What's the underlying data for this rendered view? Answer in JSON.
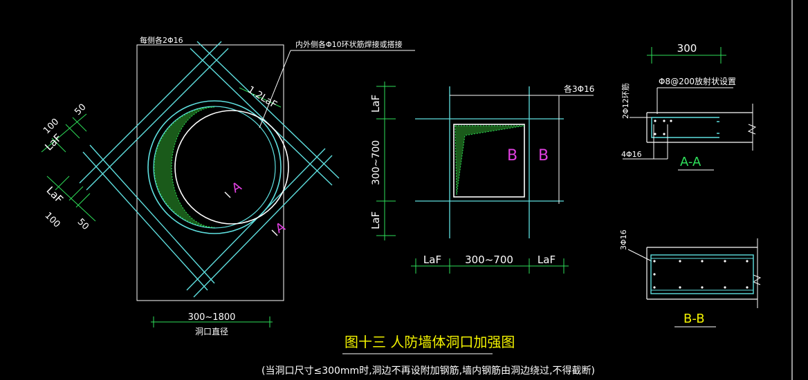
{
  "colors": {
    "background": "#000000",
    "rebar_cyan": "#5fe0e0",
    "dimension_green": "#2ee05a",
    "text_white": "#ffffff",
    "label_magenta": "#e040e0",
    "title_yellow": "#f2f200"
  },
  "circle_detail": {
    "each_side_label": "每侧各2Φ16",
    "ring_bar_label": "内外侧各Φ10环状筋焊接或搭接",
    "overlap_label": "1.2LaF",
    "section_mark_a1": "A",
    "section_mark_a2": "A",
    "dim_diameter": "300~1800",
    "dim_diameter_caption": "洞口直径",
    "left_dims": {
      "d100_top": "100",
      "d50_top": "50",
      "laf_top": "LaF",
      "laf_bottom": "LaF",
      "d100_bottom": "100",
      "d50_bottom": "50"
    }
  },
  "square_detail": {
    "each_3_label": "各3Φ16",
    "mark_b1": "B",
    "mark_b2": "B",
    "dim_laf_top": "LaF",
    "dim_mid_vertical": "300~700",
    "dim_laf_bottom": "LaF",
    "dim_laf_left": "LaF",
    "dim_mid_horizontal": "300~700",
    "dim_laf_right": "LaF"
  },
  "section_aa": {
    "dim_300": "300",
    "radial_label": "Φ8@200放射状设置",
    "ring_label": "2Φ12环筋",
    "bars_label": "4Φ16",
    "title": "A-A"
  },
  "section_bb": {
    "bars_label": "3Φ16",
    "title": "B-B"
  },
  "figure_title": "图十三  人防墙体洞口加强图",
  "figure_note": "(当洞口尺寸≤300mm时,洞边不再设附加钢筋,墙内钢筋由洞边绕过,不得截断)"
}
